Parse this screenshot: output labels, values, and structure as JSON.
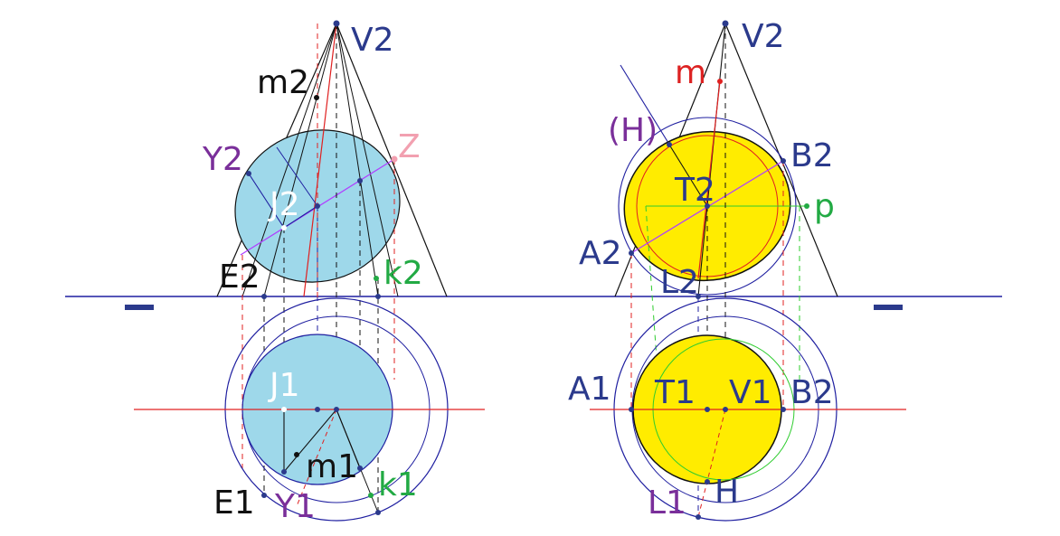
{
  "colors": {
    "line_black": "#111111",
    "line_blue": "#1f1fa0",
    "line_red": "#e02020",
    "line_green": "#2ecc2e",
    "line_magenta": "#b040ff",
    "fill_cyan": "#9ed8ea",
    "fill_yellow": "#ffec00",
    "label_navy": "#2b3a8c",
    "label_black": "#111111",
    "label_purple": "#7a2f9a",
    "label_green": "#22aa44",
    "label_red": "#dd2222",
    "label_pink": "#f2a0b0",
    "label_white": "#ffffff"
  },
  "left_figure": {
    "labels": {
      "V2": "V2",
      "m2": "m2",
      "Y2": "Y2",
      "Z": "Z",
      "J2": "J2",
      "E2": "E2",
      "k2": "k2",
      "J1": "J1",
      "m1": "m1",
      "k1": "k1",
      "E1": "E1",
      "Y1": "Y1"
    }
  },
  "right_figure": {
    "labels": {
      "V2": "V2",
      "m": "m",
      "H_paren": "(H)",
      "B2_top": "B2",
      "T2": "T2",
      "p": "p",
      "A2": "A2",
      "L2": "L2",
      "A1": "A1",
      "T1": "T1",
      "V1": "V1",
      "B2_bottom": "B2",
      "H": "H",
      "L1": "L1"
    }
  }
}
